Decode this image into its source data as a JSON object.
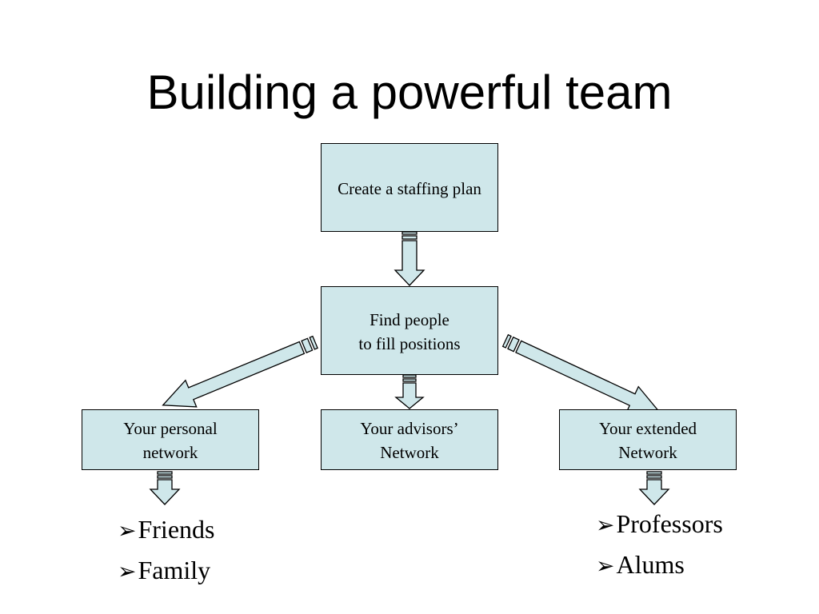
{
  "title": "Building a powerful team",
  "colors": {
    "box_fill": "#cfe7ea",
    "box_border": "#000000",
    "text": "#000000"
  },
  "boxes": {
    "staffing_plan": {
      "lines": [
        "Create a staffing plan"
      ]
    },
    "find_people": {
      "lines": [
        "Find people",
        "to fill positions"
      ]
    },
    "personal_network": {
      "lines": [
        "Your personal",
        "network"
      ]
    },
    "advisors_network": {
      "lines": [
        "Your advisors’",
        "Network"
      ]
    },
    "extended_network": {
      "lines": [
        "Your extended",
        "Network"
      ]
    }
  },
  "arrows": [
    {
      "from": "staffing_plan",
      "to": "find_people",
      "style": "striped-block-arrow"
    },
    {
      "from": "find_people",
      "to": "personal_network",
      "style": "striped-block-arrow"
    },
    {
      "from": "find_people",
      "to": "advisors_network",
      "style": "striped-block-arrow"
    },
    {
      "from": "find_people",
      "to": "extended_network",
      "style": "striped-block-arrow"
    },
    {
      "from": "personal_network",
      "to": "personal_list",
      "style": "striped-block-arrow"
    },
    {
      "from": "extended_network",
      "to": "extended_list",
      "style": "striped-block-arrow"
    }
  ],
  "bullet_marker": "➢",
  "personal_list": [
    "Friends",
    "Family"
  ],
  "extended_list": [
    "Professors",
    "Alums"
  ]
}
